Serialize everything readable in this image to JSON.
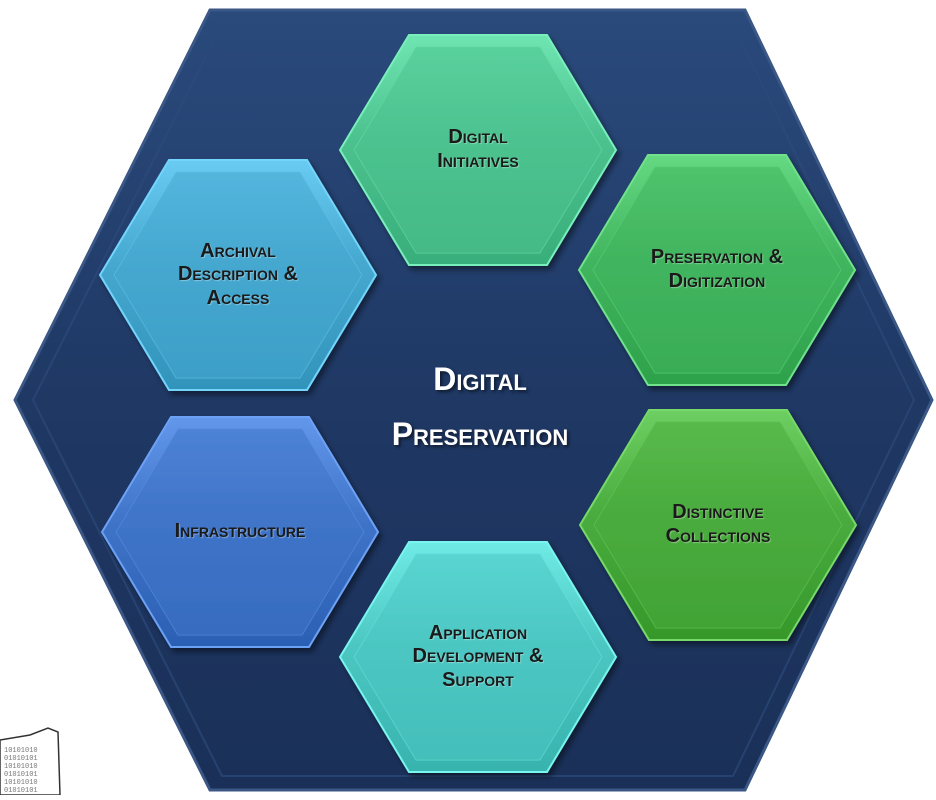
{
  "diagram": {
    "center": {
      "line1": "Digital",
      "line2": "Preservation"
    },
    "hexagons": [
      {
        "key": "digital-initiatives",
        "lines": [
          "Digital",
          "Initiatives"
        ],
        "color": "#4cc28f"
      },
      {
        "key": "archival-description-access",
        "lines": [
          "Archival",
          "Description &",
          "Access"
        ],
        "color": "#46a8cf"
      },
      {
        "key": "preservation-digitization",
        "lines": [
          "Preservation &",
          "Digitization"
        ],
        "color": "#42b55f"
      },
      {
        "key": "infrastructure",
        "lines": [
          "Infrastructure"
        ],
        "color": "#3f74c8"
      },
      {
        "key": "distinctive-collections",
        "lines": [
          "Distinctive",
          "Collections"
        ],
        "color": "#4aac3e"
      },
      {
        "key": "application-development-support",
        "lines": [
          "Application",
          "Development &",
          "Support"
        ],
        "color": "#4cc7c2"
      }
    ],
    "colors": {
      "outer_hexagon": "#1f3864",
      "outer_border": "#3b5a8a"
    }
  }
}
